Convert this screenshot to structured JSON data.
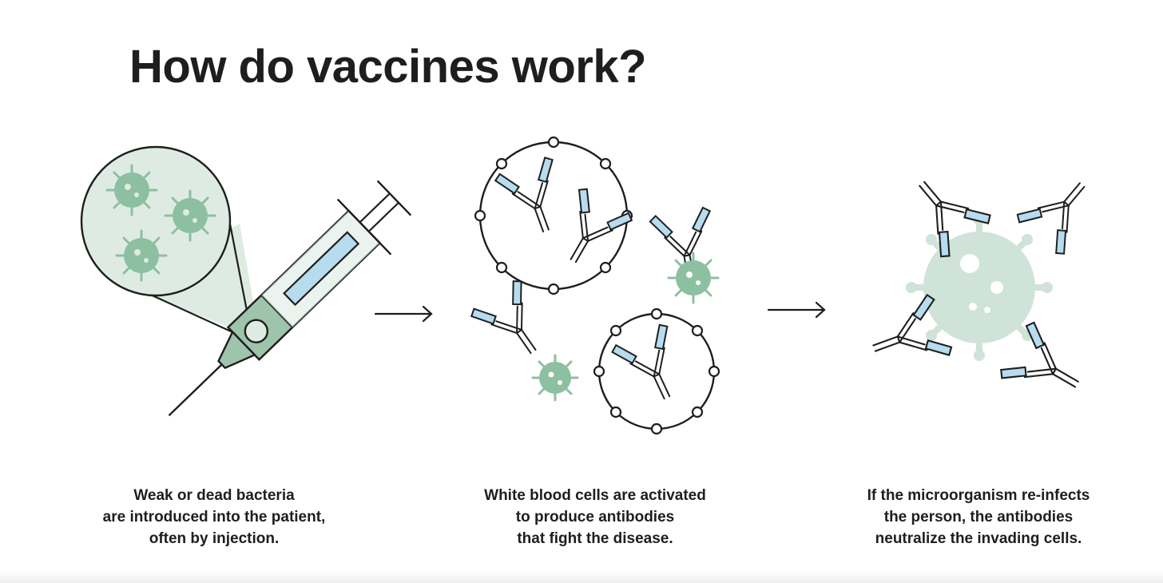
{
  "title": "How do vaccines work?",
  "colors": {
    "ink": "#1e1e1e",
    "virus": "#8dbfa1",
    "virus_light": "#cfe3d8",
    "lens_fill": "#deebe3",
    "needle_green": "#9ec4ac",
    "antibody_blue": "#b7dbef"
  },
  "steps": [
    {
      "caption_lines": [
        "Weak or dead bacteria",
        "are introduced into the patient,",
        "often by injection."
      ],
      "icons": [
        "syringe-icon",
        "magnifier-icon",
        "virus-icon"
      ]
    },
    {
      "caption_lines": [
        "White blood cells are activated",
        "to produce antibodies",
        "that fight the disease."
      ],
      "icons": [
        "white-blood-cell-icon",
        "antibody-icon",
        "virus-icon"
      ]
    },
    {
      "caption_lines": [
        "If the microorganism re-infects",
        "the person, the antibodies",
        "neutralize the invading cells."
      ],
      "icons": [
        "virus-icon",
        "antibody-icon"
      ]
    }
  ]
}
